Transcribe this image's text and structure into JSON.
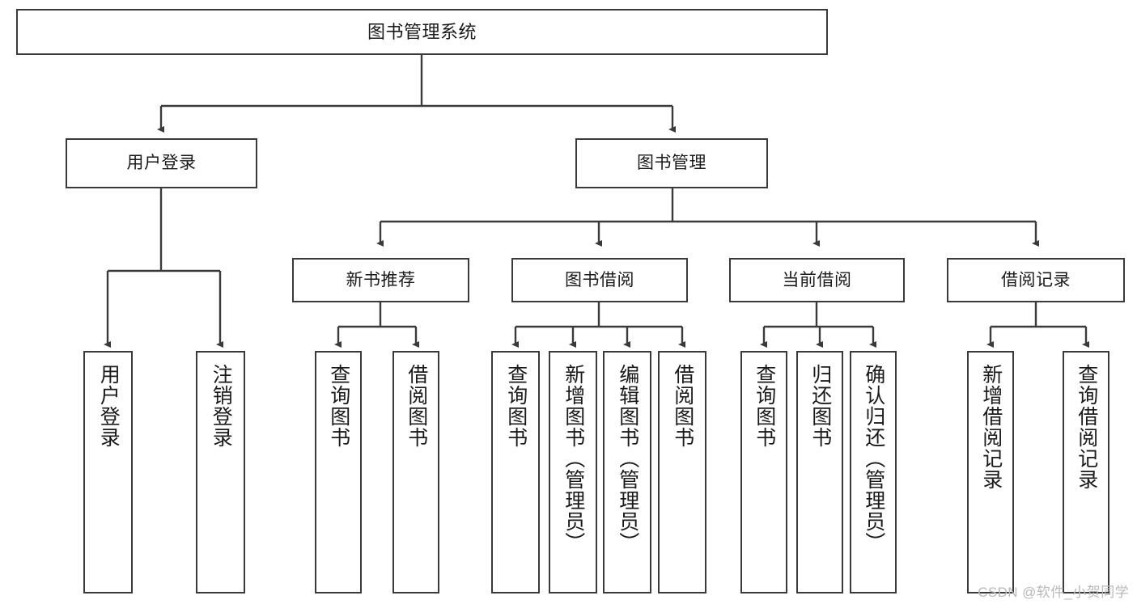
{
  "diagram": {
    "title": "图书管理系统",
    "type": "tree-hierarchy",
    "root": {
      "label": "图书管理系统"
    },
    "level2": [
      {
        "label": "用户登录"
      },
      {
        "label": "图书管理"
      }
    ],
    "level3": [
      {
        "label": "新书推荐"
      },
      {
        "label": "图书借阅"
      },
      {
        "label": "当前借阅"
      },
      {
        "label": "借阅记录"
      }
    ],
    "leaves": {
      "user_login": [
        {
          "label": "用户登录"
        },
        {
          "label": "注销登录"
        }
      ],
      "new_book_recommend": [
        {
          "label": "查询图书"
        },
        {
          "label": "借阅图书"
        }
      ],
      "book_borrow": [
        {
          "label": "查询图书"
        },
        {
          "label": "新增图书（管理员）"
        },
        {
          "label": "编辑图书（管理员）"
        },
        {
          "label": "借阅图书"
        }
      ],
      "current_borrow": [
        {
          "label": "查询图书"
        },
        {
          "label": "归还图书"
        },
        {
          "label": "确认归还（管理员）"
        }
      ],
      "borrow_record": [
        {
          "label": "新增借阅记录"
        },
        {
          "label": "查询借阅记录"
        }
      ]
    }
  },
  "watermark": {
    "text": "CSDN @软件_小贺同学"
  },
  "colors": {
    "box_border": "#3a3a3a",
    "box_fill": "#ffffff",
    "connector": "#3a3a3a",
    "text": "#1a1a1a",
    "watermark": "#b9b9b9"
  }
}
